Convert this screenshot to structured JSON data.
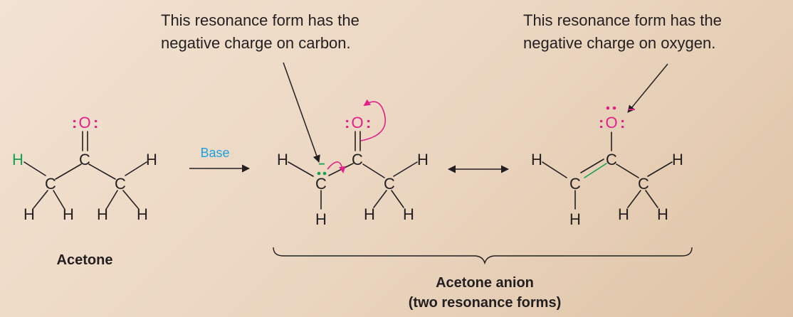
{
  "annotations": {
    "carbon_line1": "This resonance form has the",
    "carbon_line2": "negative charge on carbon.",
    "oxygen_line1": "This resonance form has the",
    "oxygen_line2": "negative charge on oxygen."
  },
  "atoms": {
    "carbon": "C",
    "oxygen": "O",
    "hydrogen": "H",
    "lone_pair": ":",
    "charge": "−"
  },
  "reagent": "Base",
  "labels": {
    "acetone": "Acetone",
    "anion_line1": "Acetone anion",
    "anion_line2": "(two resonance forms)"
  },
  "colors": {
    "oxygen": "#e0218a",
    "acidic_hydrogen": "#14a050",
    "reagent": "#1ba1e2",
    "arrow": "#e0218a",
    "double_bond_new": "#14a050"
  }
}
